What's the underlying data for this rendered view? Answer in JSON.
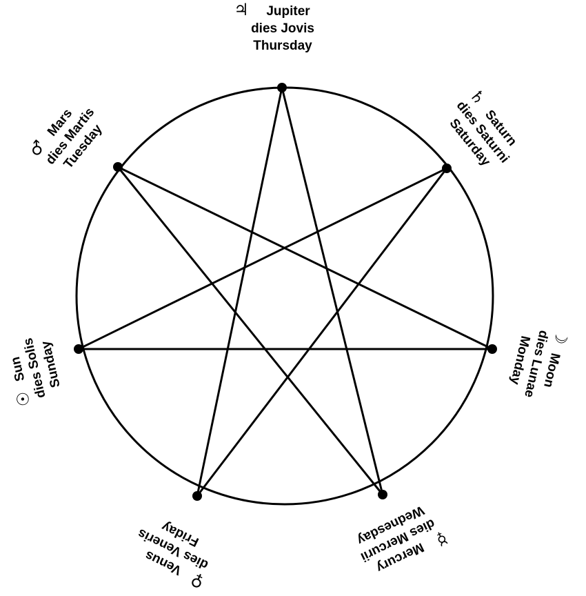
{
  "diagram": {
    "colors": {
      "line": "#000000",
      "background": "#ffffff"
    },
    "planets": [
      {
        "key": "jupiter",
        "symbol": "♃",
        "planet": "Jupiter",
        "latin": "dies Jovis",
        "day": "Thursday"
      },
      {
        "key": "saturn",
        "symbol": "♄",
        "planet": "Saturn",
        "latin": "dies Saturni",
        "day": "Saturday"
      },
      {
        "key": "moon",
        "symbol": "☽",
        "planet": "Moon",
        "latin": "dies Lunae",
        "day": "Monday"
      },
      {
        "key": "mercury",
        "symbol": "☿",
        "planet": "Mercury",
        "latin": "dies Mercurii",
        "day": "Wednesday"
      },
      {
        "key": "venus",
        "symbol": "♀",
        "planet": "Venus",
        "latin": "dies Veneris",
        "day": "Friday"
      },
      {
        "key": "sun",
        "symbol": "☉",
        "planet": "Sun",
        "latin": "dies Solis",
        "day": "Sunday"
      },
      {
        "key": "mars",
        "symbol": "♂",
        "planet": "Mars",
        "latin": "dies Martis",
        "day": "Tuesday"
      }
    ]
  }
}
